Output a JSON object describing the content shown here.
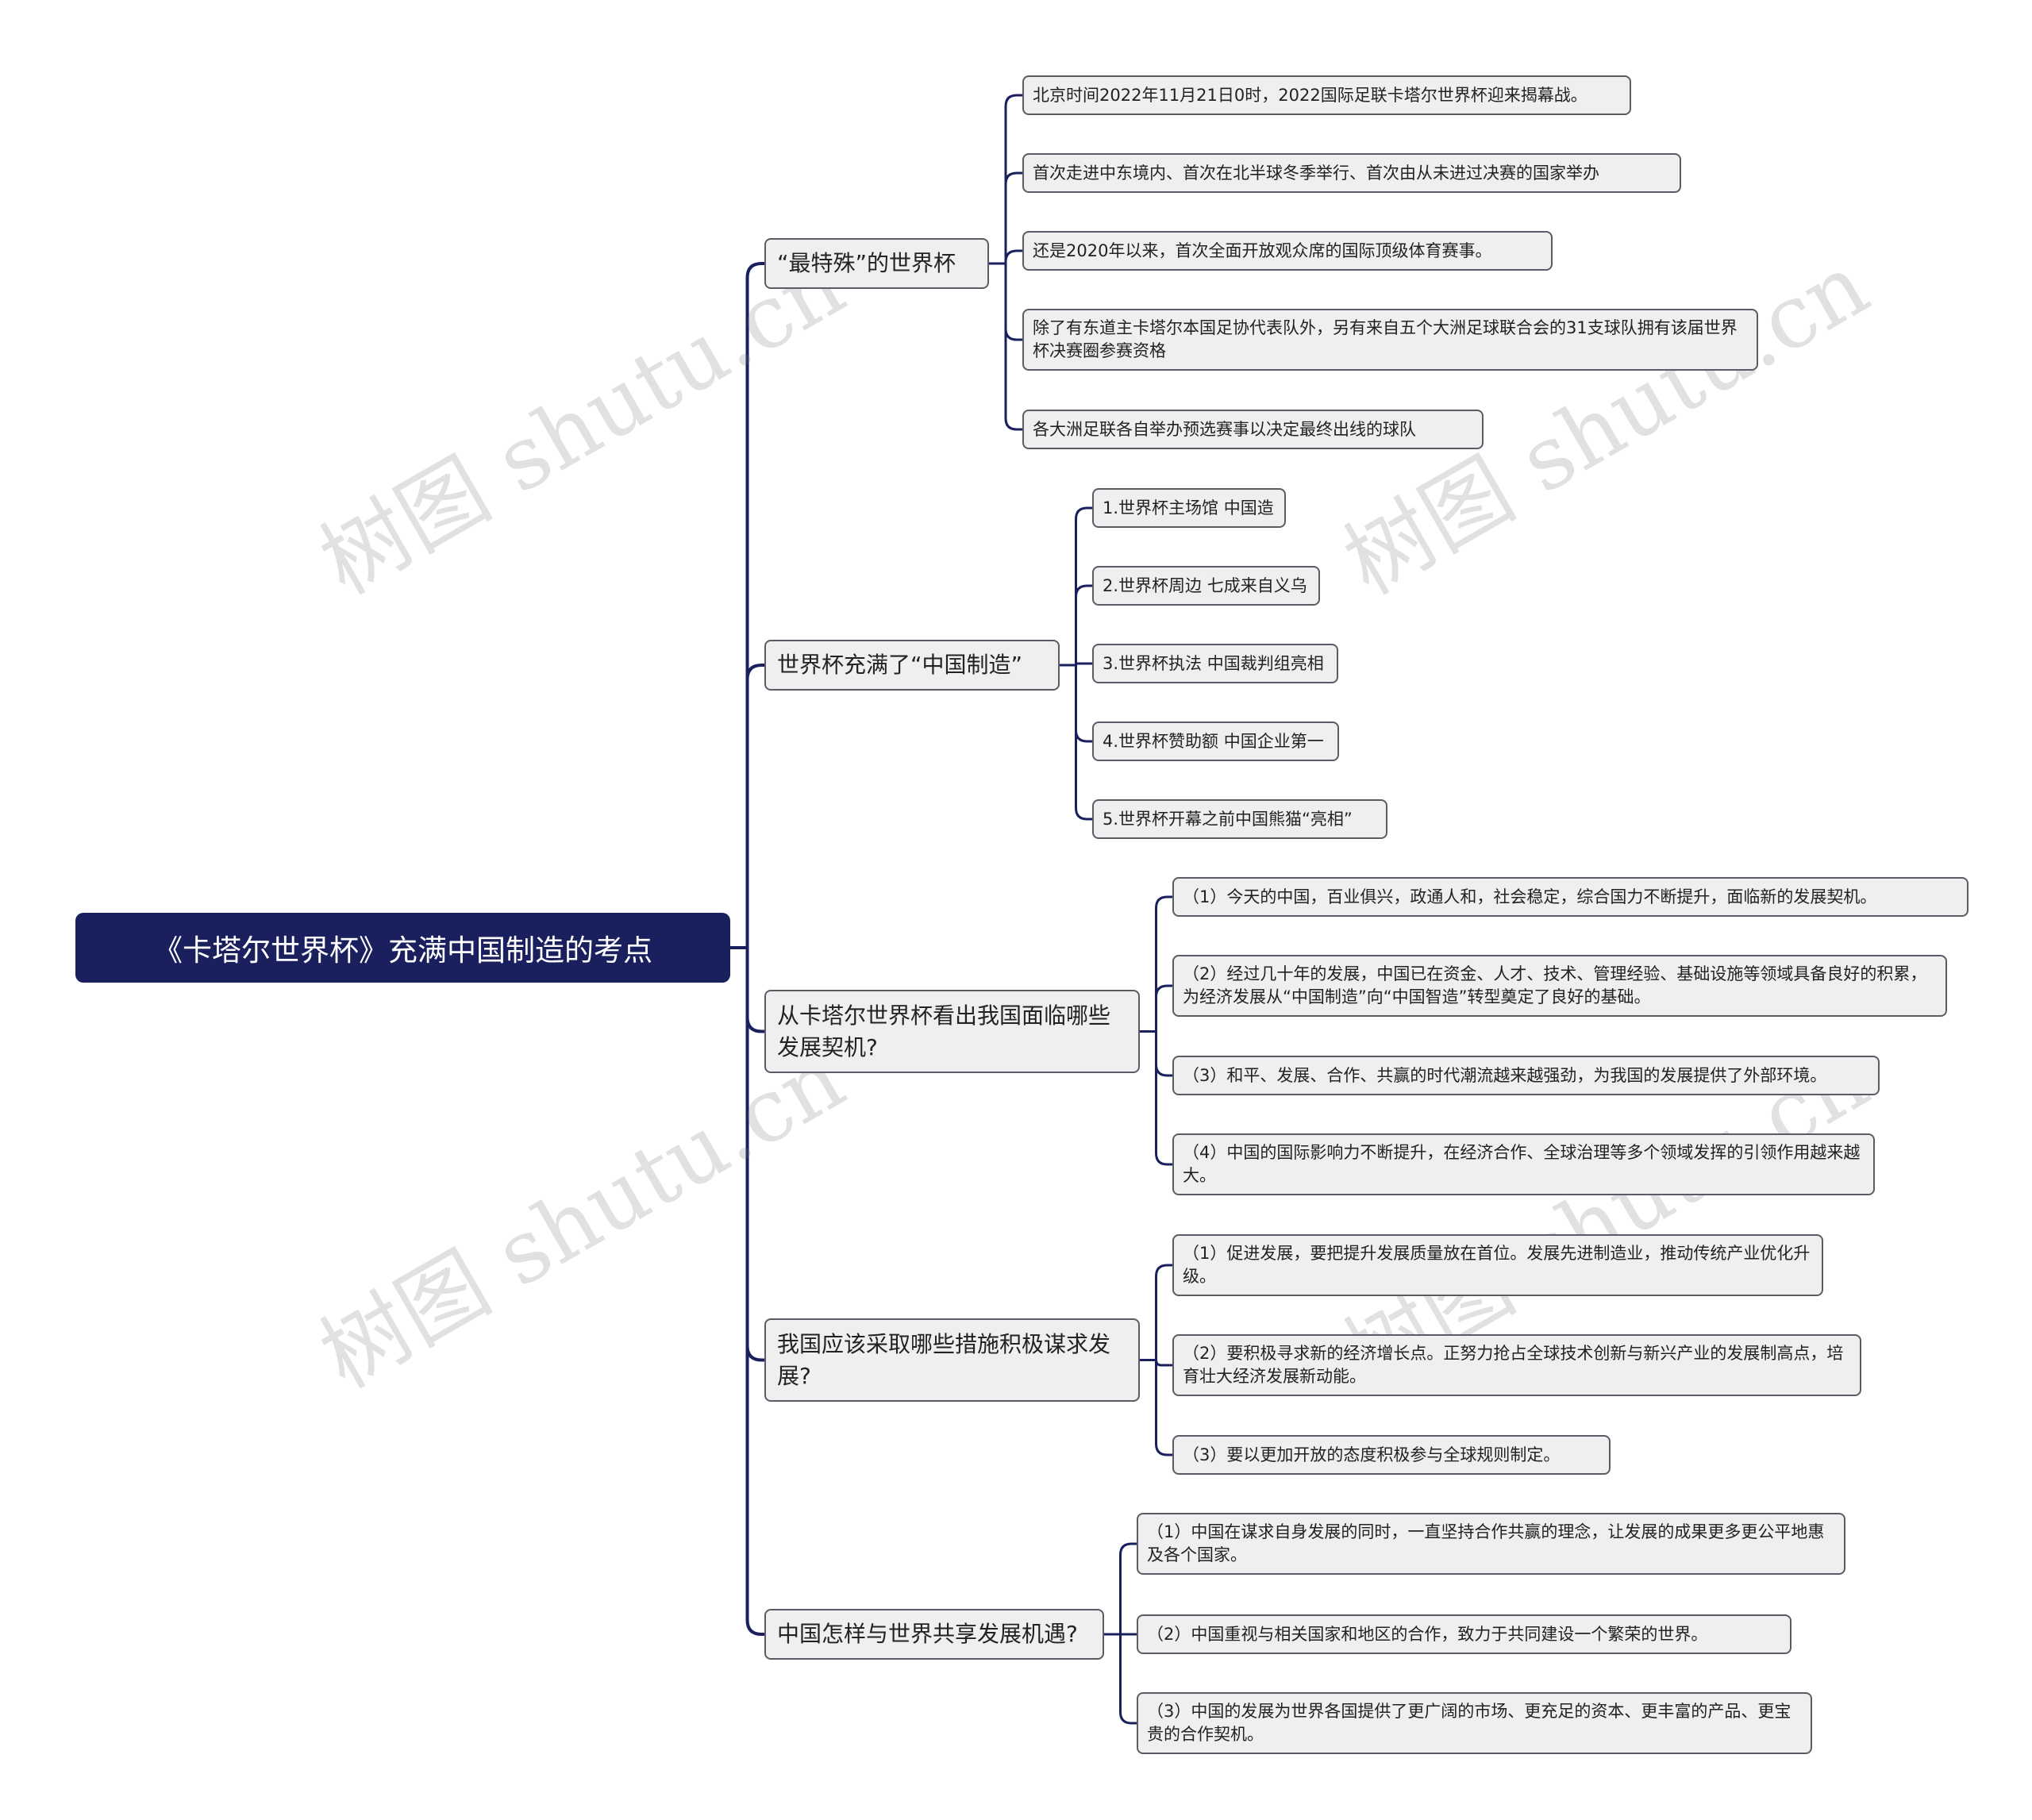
{
  "root": {
    "label": "《卡塔尔世界杯》充满中国制造的考点"
  },
  "watermark": "树图 shutu.cn",
  "branches": [
    {
      "label": "“最特殊”的世界杯",
      "children": [
        "北京时间2022年11月21日0时，2022国际足联卡塔尔世界杯迎来揭幕战。",
        "首次走进中东境内、首次在北半球冬季举行、首次由从未进过决赛的国家举办",
        "还是2020年以来，首次全面开放观众席的国际顶级体育赛事。",
        "除了有东道主卡塔尔本国足协代表队外，另有来自五个大洲足球联合会的31支球队拥有该届世界杯决赛圈参赛资格",
        "各大洲足联各自举办预选赛事以决定最终出线的球队"
      ]
    },
    {
      "label": "世界杯充满了“中国制造”",
      "children": [
        "1.世界杯主场馆 中国造",
        "2.世界杯周边 七成来自义乌",
        "3.世界杯执法 中国裁判组亮相",
        "4.世界杯赞助额 中国企业第一",
        "5.世界杯开幕之前中国熊猫“亮相”"
      ]
    },
    {
      "label": "从卡塔尔世界杯看出我国面临哪些发展契机?",
      "children": [
        "（1）今天的中国，百业俱兴，政通人和，社会稳定，综合国力不断提升，面临新的发展契机。",
        "（2）经过几十年的发展，中国已在资金、人才、技术、管理经验、基础设施等领域具备良好的积累，为经济发展从“中国制造”向“中国智造”转型奠定了良好的基础。",
        "（3）和平、发展、合作、共赢的时代潮流越来越强劲，为我国的发展提供了外部环境。",
        "（4）中国的国际影响力不断提升，在经济合作、全球治理等多个领域发挥的引领作用越来越大。"
      ]
    },
    {
      "label": "我国应该采取哪些措施积极谋求发展?",
      "children": [
        "（1）促进发展，要把提升发展质量放在首位。发展先进制造业，推动传统产业优化升级。",
        "（2）要积极寻求新的经济增长点。正努力抢占全球技术创新与新兴产业的发展制高点，培育壮大经济发展新动能。",
        "（3）要以更加开放的态度积极参与全球规则制定。"
      ]
    },
    {
      "label": "中国怎样与世界共享发展机遇?",
      "children": [
        "（1）中国在谋求自身发展的同时，一直坚持合作共赢的理念，让发展的成果更多更公平地惠及各个国家。",
        "（2）中国重视与相关国家和地区的合作，致力于共同建设一个繁荣的世界。",
        "（3）中国的发展为世界各国提供了更广阔的市场、更充足的资本、更丰富的产品、更宝贵的合作契机。"
      ]
    }
  ]
}
